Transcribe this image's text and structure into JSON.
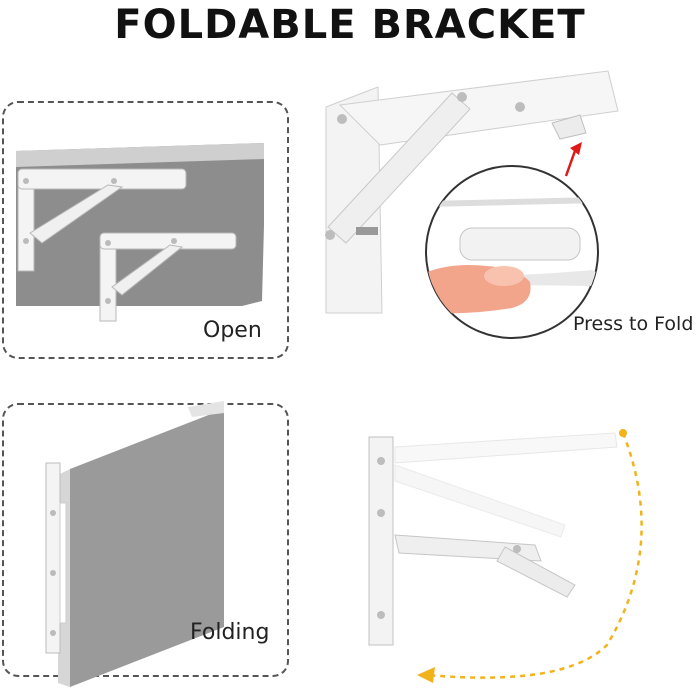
{
  "title": "FOLDABLE BRACKET",
  "labels": {
    "open": "Open",
    "folding": "Folding",
    "press": "Press to Fold"
  },
  "colors": {
    "shelf": "#8d8d8d",
    "shelf_top": "#c8c8c8",
    "bracket": "#f4f4f4",
    "bracket_edge": "#b8b8b8",
    "arrow_red": "#e01818",
    "dashed_arc": "#f2b21c",
    "finger": "#f3a58c"
  },
  "icons": {
    "arrow": "red-arrow-up",
    "motion": "curved-dashed-arrow"
  }
}
